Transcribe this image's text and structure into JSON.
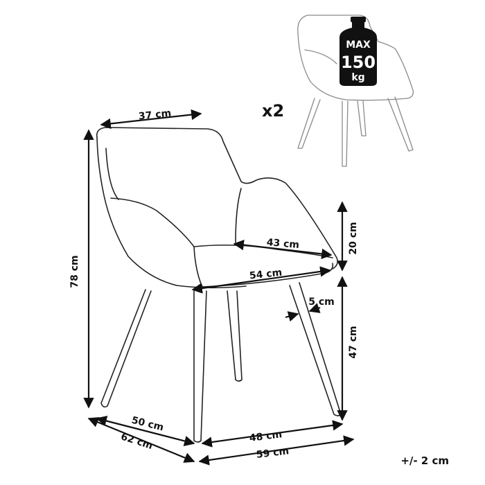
{
  "quantity": "x2",
  "load_badge": {
    "line1": "MAX",
    "line2": "150",
    "line3": "kg"
  },
  "dimensions": {
    "top_width": "37 cm",
    "total_height": "78 cm",
    "arm_height": "20 cm",
    "seat_inner_width": "43 cm",
    "seat_width": "54 cm",
    "leg_width": "5 cm",
    "seat_height": "47 cm",
    "seat_depth": "50 cm",
    "total_depth": "62 cm",
    "leg_span": "48 cm",
    "total_width": "59 cm"
  },
  "tolerance": "+/- 2 cm"
}
